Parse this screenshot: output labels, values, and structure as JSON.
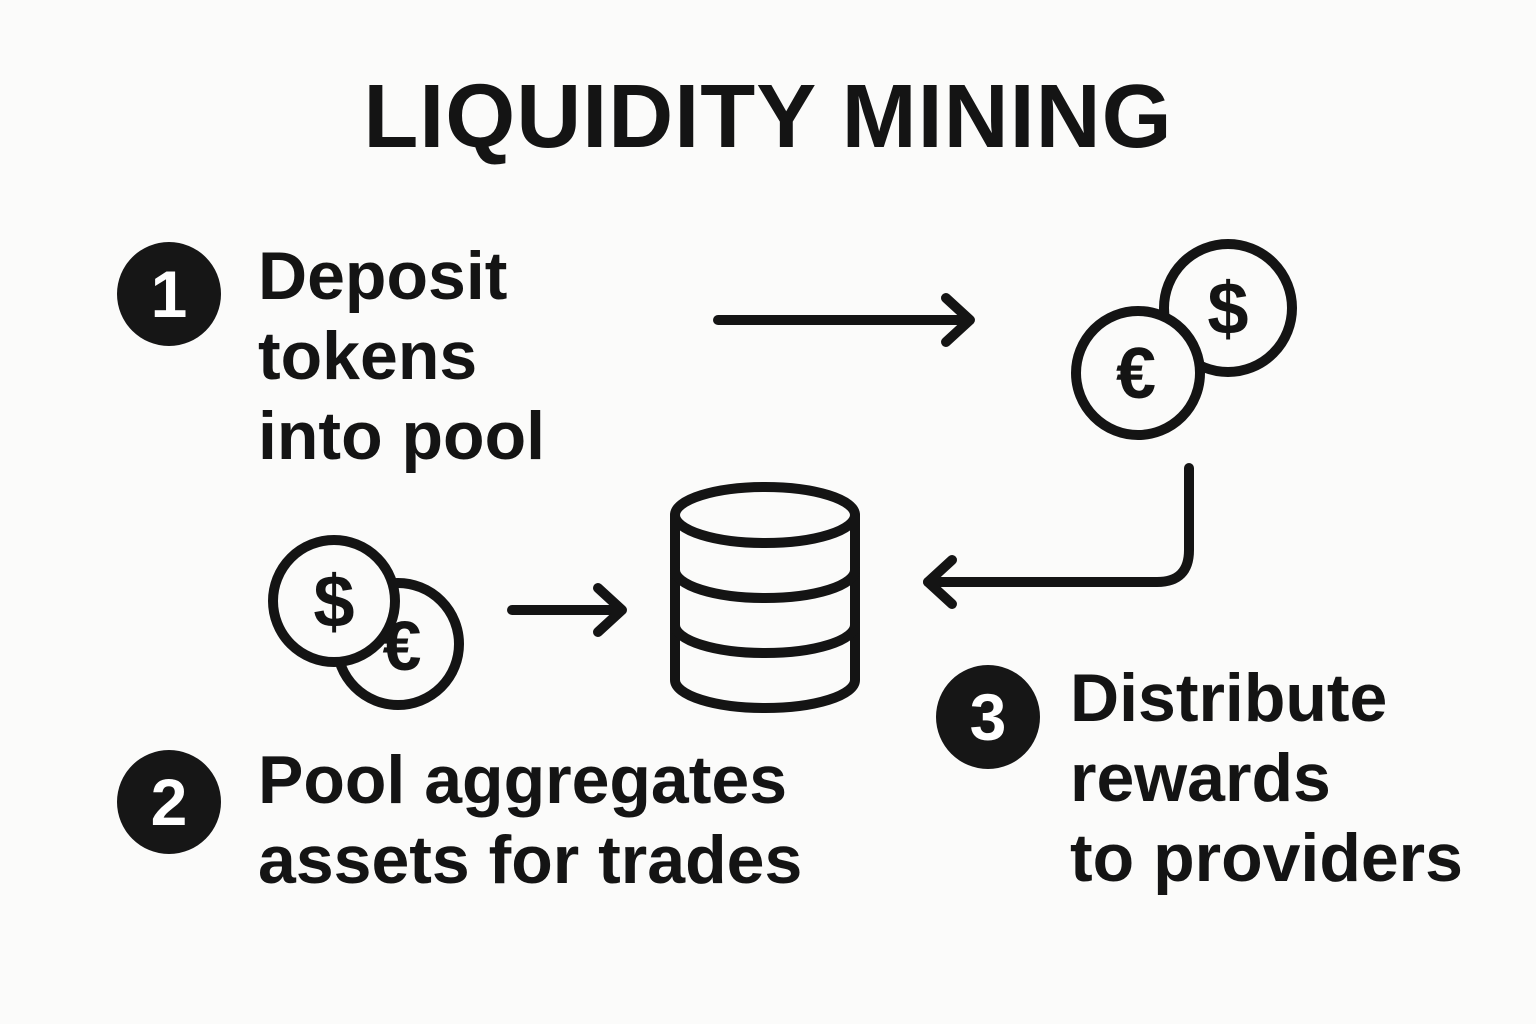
{
  "diagram": {
    "title": "LIQUIDITY MINING",
    "steps": [
      {
        "number": "1",
        "lines": [
          "Deposit",
          "tokens",
          "into pool"
        ]
      },
      {
        "number": "2",
        "lines": [
          "Pool aggregates",
          "assets for trades"
        ]
      },
      {
        "number": "3",
        "lines": [
          "Distribute",
          "rewards",
          "to providers"
        ]
      }
    ],
    "coin_symbols": {
      "dollar": "$",
      "euro": "€"
    },
    "colors": {
      "ink": "#141414",
      "background": "#fbfbfa"
    },
    "icons": [
      "coins-icon",
      "database-icon",
      "arrow-right-icon",
      "arrow-return-icon"
    ]
  }
}
